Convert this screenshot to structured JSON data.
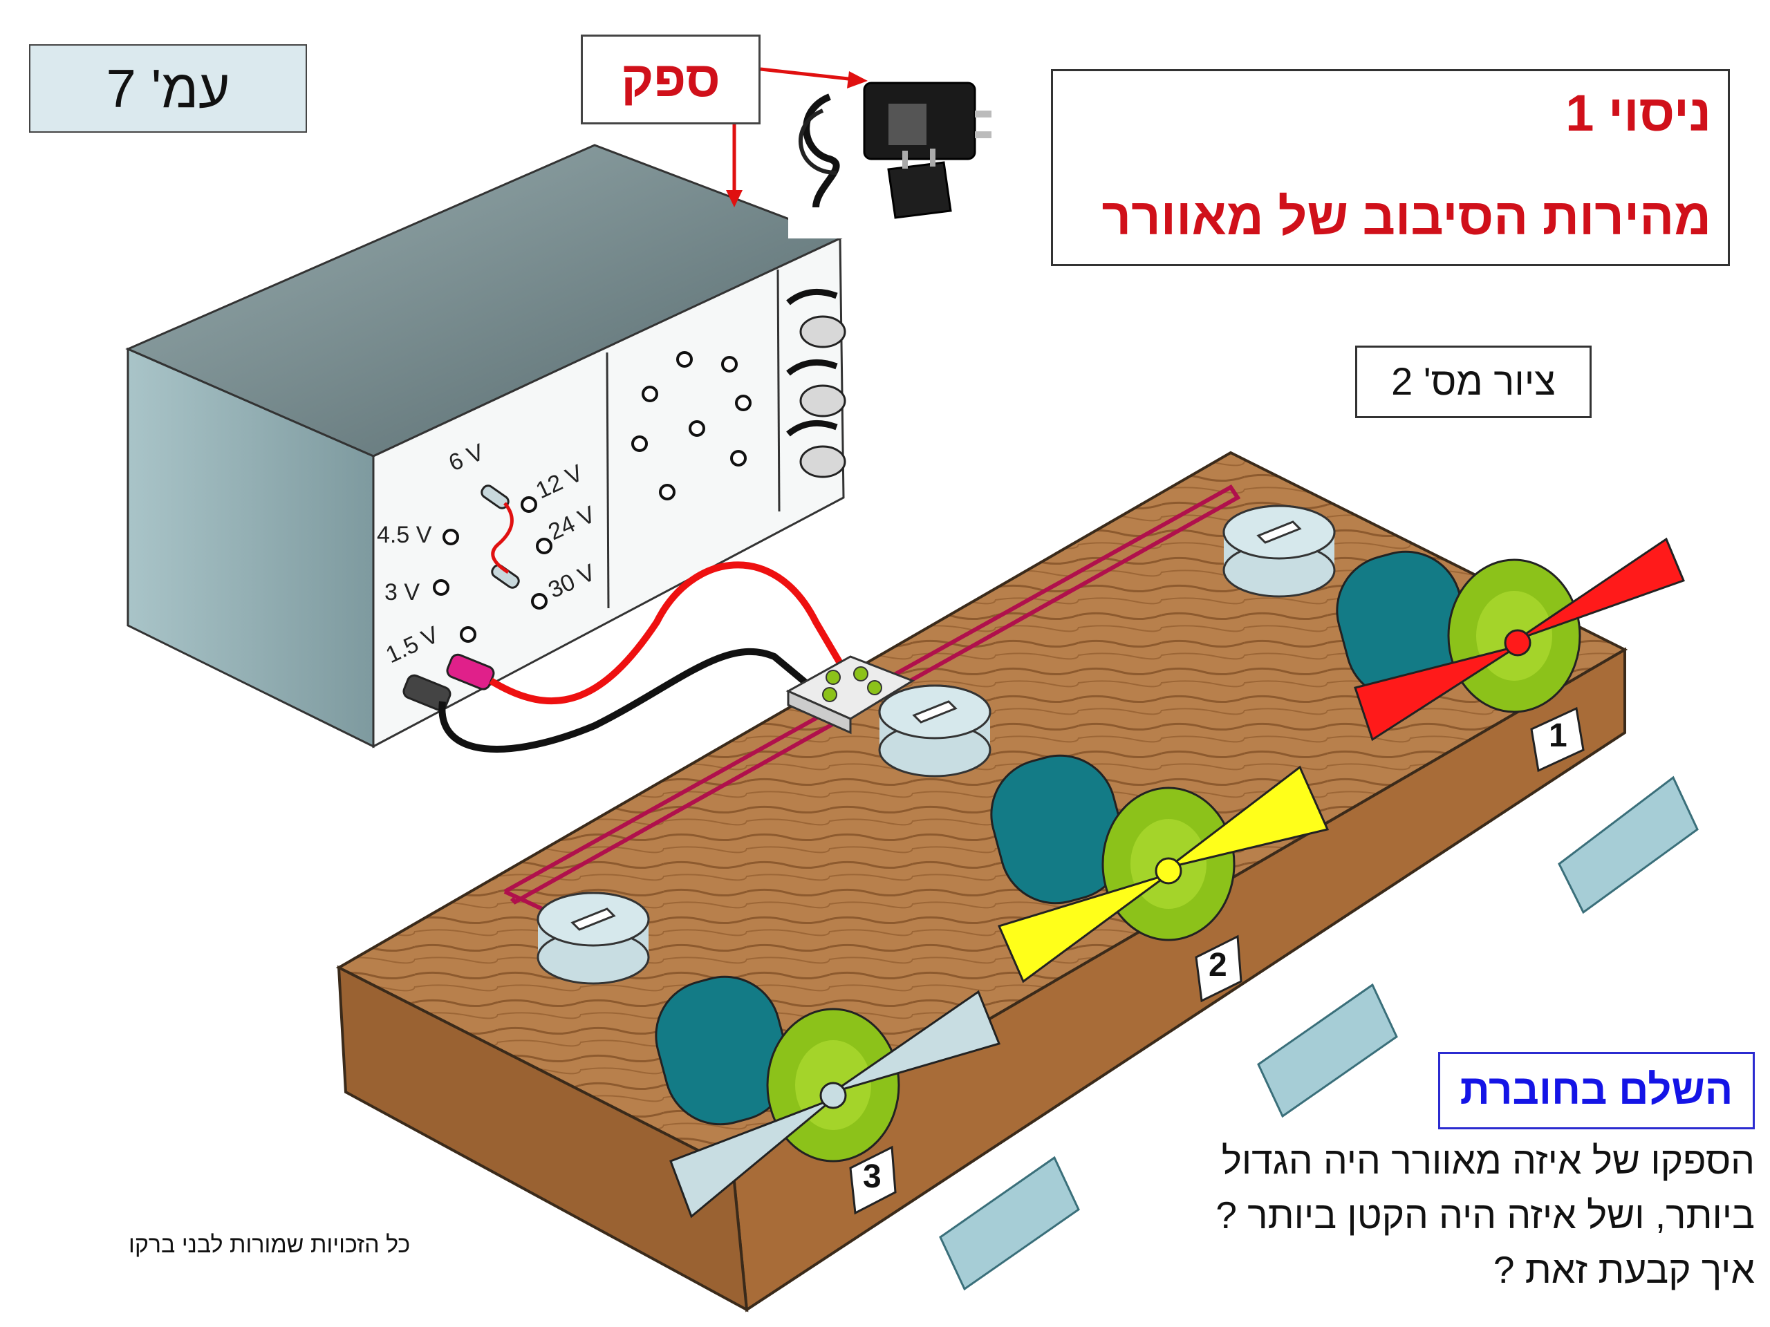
{
  "page_label": "עמ'  7",
  "supply_label": "ספק",
  "title": {
    "line1": "ניסוי   1",
    "line2": "מהירות הסיבוב של מאוורר"
  },
  "figure_label": "ציור מס' 2",
  "complete_label": "השלם בחוברת",
  "question": {
    "line1": "הספקו של איזה מאוורר היה הגדול",
    "line2": "ביותר, ושל איזה היה הקטן ביותר ?",
    "line3": "איך קבעת זאת ?"
  },
  "copyright": "כל הזכויות שמורות לבני ברקו",
  "voltages": {
    "v6": "6 V",
    "v12": "12 V",
    "v4_5": "4.5 V",
    "v24": "24 V",
    "v3": "3 V",
    "v30": "30 V",
    "v1_5": "1.5 V"
  },
  "fan_numbers": {
    "fan1": "1",
    "fan2": "2",
    "fan3": "3"
  },
  "colors": {
    "accent_red": "#d0101a",
    "accent_blue": "#1414e6",
    "wood": "#b47a48",
    "fan1_blade": "#ff1a1a",
    "fan2_blade": "#ffff1a",
    "fan3_blade": "#c8dde2",
    "motor_teal": "#137b86",
    "motor_green": "#8cc21a"
  },
  "icons": [
    "power-adapter-icon",
    "plug-adapter-icon",
    "red-arrow-icon"
  ]
}
